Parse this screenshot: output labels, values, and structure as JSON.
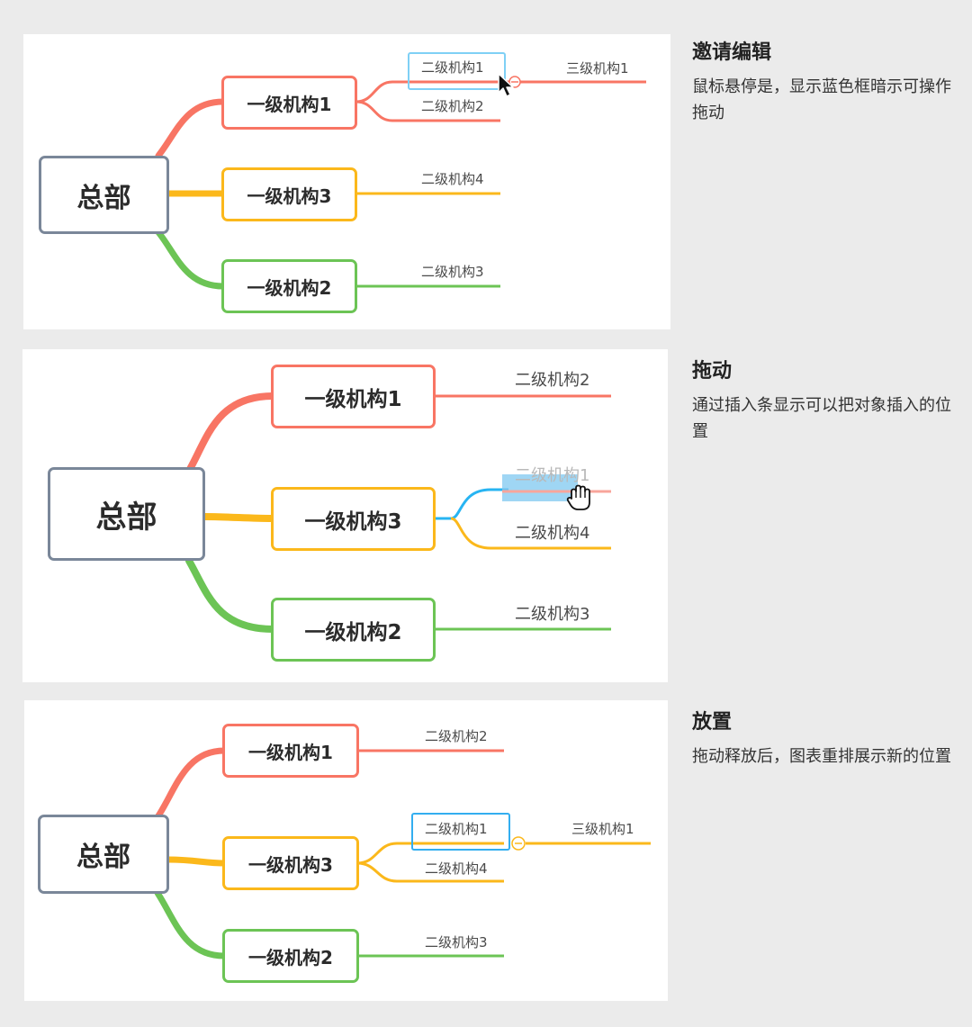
{
  "panels": [
    {
      "root": "总部",
      "level1": [
        "一级机构1",
        "一级机构3",
        "一级机构2"
      ],
      "level2": [
        "二级机构1",
        "二级机构2",
        "二级机构4",
        "二级机构3"
      ],
      "level3": "三级机构1",
      "title": "邀请编辑",
      "desc": "鼠标悬停是，显示蓝色框暗示可操作拖动"
    },
    {
      "root": "总部",
      "level1": [
        "一级机构1",
        "一级机构3",
        "一级机构2"
      ],
      "level2": [
        "二级机构2",
        "二级机构1",
        "二级机构4",
        "二级机构3"
      ],
      "title": "拖动",
      "desc": "通过插入条显示可以把对象插入的位置"
    },
    {
      "root": "总部",
      "level1": [
        "一级机构1",
        "一级机构3",
        "一级机构2"
      ],
      "level2": [
        "二级机构2",
        "二级机构1",
        "二级机构4",
        "二级机构3"
      ],
      "level3": "三级机构1",
      "title": "放置",
      "desc": "拖动释放后，图表重排展示新的位置"
    }
  ],
  "colors": {
    "red": "#f87564",
    "yellow": "#fbb81b",
    "green": "#6cc455",
    "root_border": "#7a8799",
    "hover_blue": "#7fd0f5",
    "insert_blue": "#27b4f2",
    "selected_blue": "#33aef0"
  },
  "icons": [
    "arrow-cursor-icon",
    "grab-hand-icon",
    "collapse-circle-icon"
  ]
}
